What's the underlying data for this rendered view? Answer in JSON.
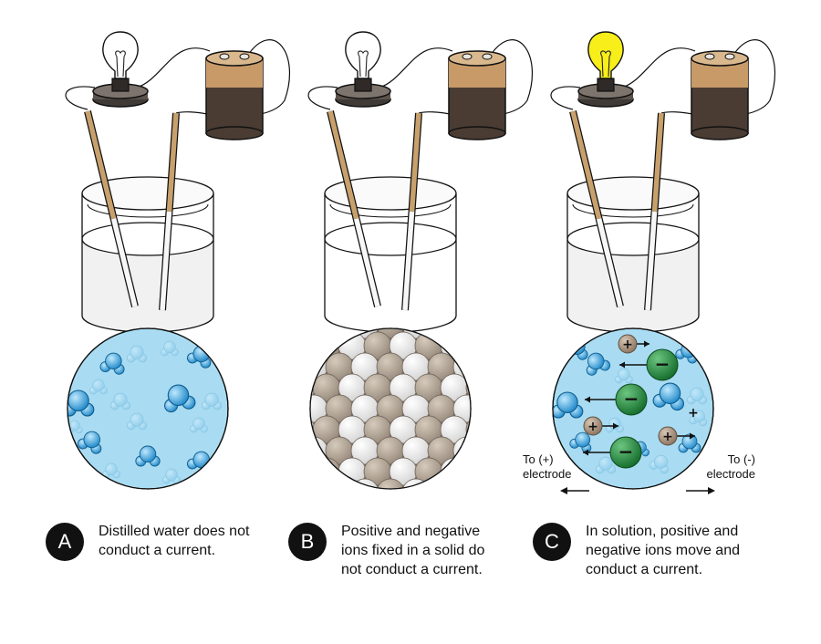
{
  "panels": [
    {
      "id": "A",
      "badge": "A",
      "caption": [
        "Distilled water does not",
        "conduct a current."
      ],
      "bulb_lit": false,
      "liquid": "water",
      "zoom": "water-molecules"
    },
    {
      "id": "B",
      "badge": "B",
      "caption": [
        "Positive and negative",
        "ions fixed in a solid do",
        "not conduct a current."
      ],
      "bulb_lit": false,
      "liquid": "solid",
      "zoom": "ion-lattice"
    },
    {
      "id": "C",
      "badge": "C",
      "caption": [
        "In solution, positive and",
        "negative ions move and",
        "conduct a current."
      ],
      "bulb_lit": true,
      "liquid": "water",
      "zoom": "ions-in-solution"
    }
  ],
  "electrode_labels": {
    "left": [
      "To (+)",
      "electrode"
    ],
    "right": [
      "To (-)",
      "electrode"
    ]
  },
  "ion_symbols": {
    "positive": "+",
    "negative": "−"
  },
  "colors": {
    "water_zoom": "#a9dcf2",
    "water_molecule": "#2f9fdc",
    "positive_ion": "#a8907a",
    "negative_ion": "#1f8a3c",
    "lattice_dark": "#b3a694",
    "lattice_light": "#f4f4f4",
    "bulb_lit": "#f7ee1a",
    "battery_top": "#c79a68",
    "battery_bottom": "#4a3c33",
    "electrode": "#c8a06c"
  }
}
